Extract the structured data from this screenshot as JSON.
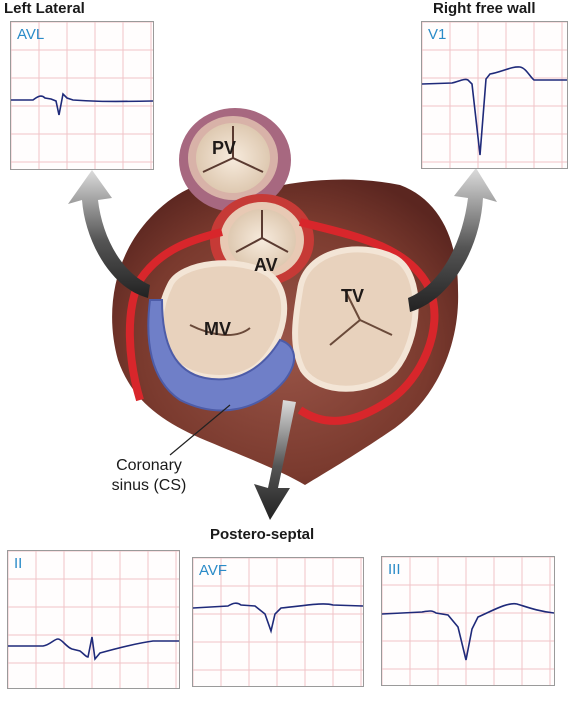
{
  "headings": {
    "left_lateral": "Left Lateral",
    "right_free_wall": "Right free wall",
    "postero_septal": "Postero-septal"
  },
  "leads": {
    "avl": "AVL",
    "v1": "V1",
    "ii": "II",
    "avf": "AVF",
    "iii": "III"
  },
  "anatomy": {
    "pv": "PV",
    "av": "AV",
    "tv": "TV",
    "mv": "MV",
    "cs_line1": "Coronary",
    "cs_line2": "sinus (CS)"
  },
  "colors": {
    "grid": "#f0c4c8",
    "trace": "#1f2a7a",
    "lead_label": "#2a8bc8",
    "heart": "#7a3a2e",
    "artery": "#d8262b",
    "sinus": "#6f7fc8",
    "valve": "#efe0cf",
    "arrow": "#2a2a2a"
  }
}
